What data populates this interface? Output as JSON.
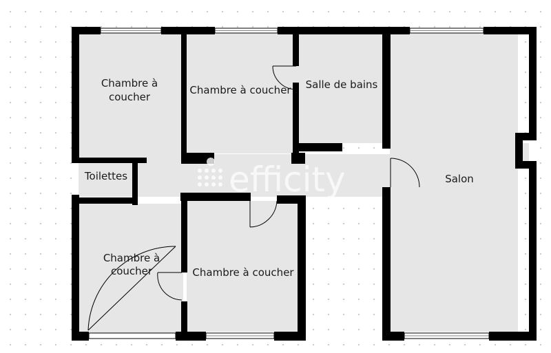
{
  "rooms": {
    "bedroom_top_left": {
      "label_line1": "Chambre à",
      "label_line2": "coucher"
    },
    "bedroom_top_mid": {
      "label": "Chambre à coucher"
    },
    "bathroom": {
      "label": "Salle de bains"
    },
    "living_room": {
      "label": "Salon"
    },
    "toilets": {
      "label": "Toilettes"
    },
    "bedroom_bottom_left": {
      "label_line1": "Chambre à",
      "label_line2": "coucher"
    },
    "bedroom_bottom_mid": {
      "label": "Chambre à coucher"
    }
  },
  "watermark": {
    "logo_text": "efficity"
  },
  "colors": {
    "wall": "#000000",
    "floor": "#e6e6e6",
    "window": "#ffffff",
    "door_swing": "#000000"
  }
}
